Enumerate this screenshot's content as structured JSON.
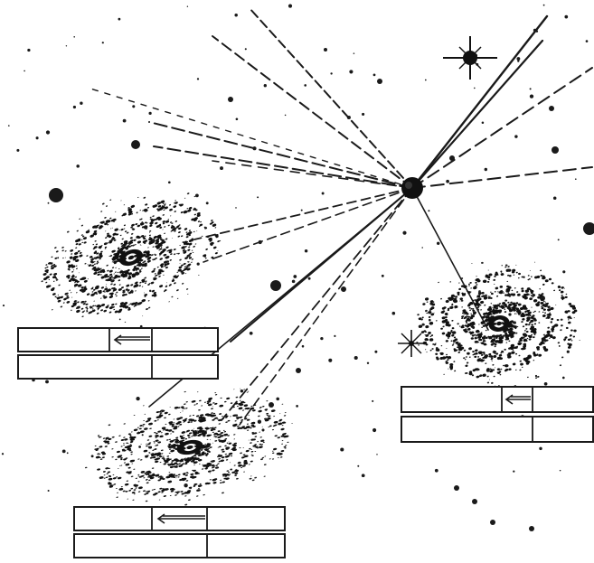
{
  "figure": {
    "subject": "expanding-universe-redshift",
    "observer": {
      "name": "observer-galaxy"
    },
    "galaxies": [
      {
        "name": "left-spiral-galaxy",
        "spectrum_label": ""
      },
      {
        "name": "right-spiral-galaxy",
        "spectrum_label": ""
      },
      {
        "name": "bottom-spiral-galaxy",
        "spectrum_label": ""
      }
    ],
    "spectrum_legend": {
      "upper_bar": "shifted-spectrum",
      "lower_bar": "reference-spectrum",
      "arrow_direction": "left"
    },
    "bright_stars": [
      "star-top-right",
      "star-right"
    ],
    "colors": {
      "ink": "#1a1a1a",
      "paper": "#ffffff"
    }
  }
}
